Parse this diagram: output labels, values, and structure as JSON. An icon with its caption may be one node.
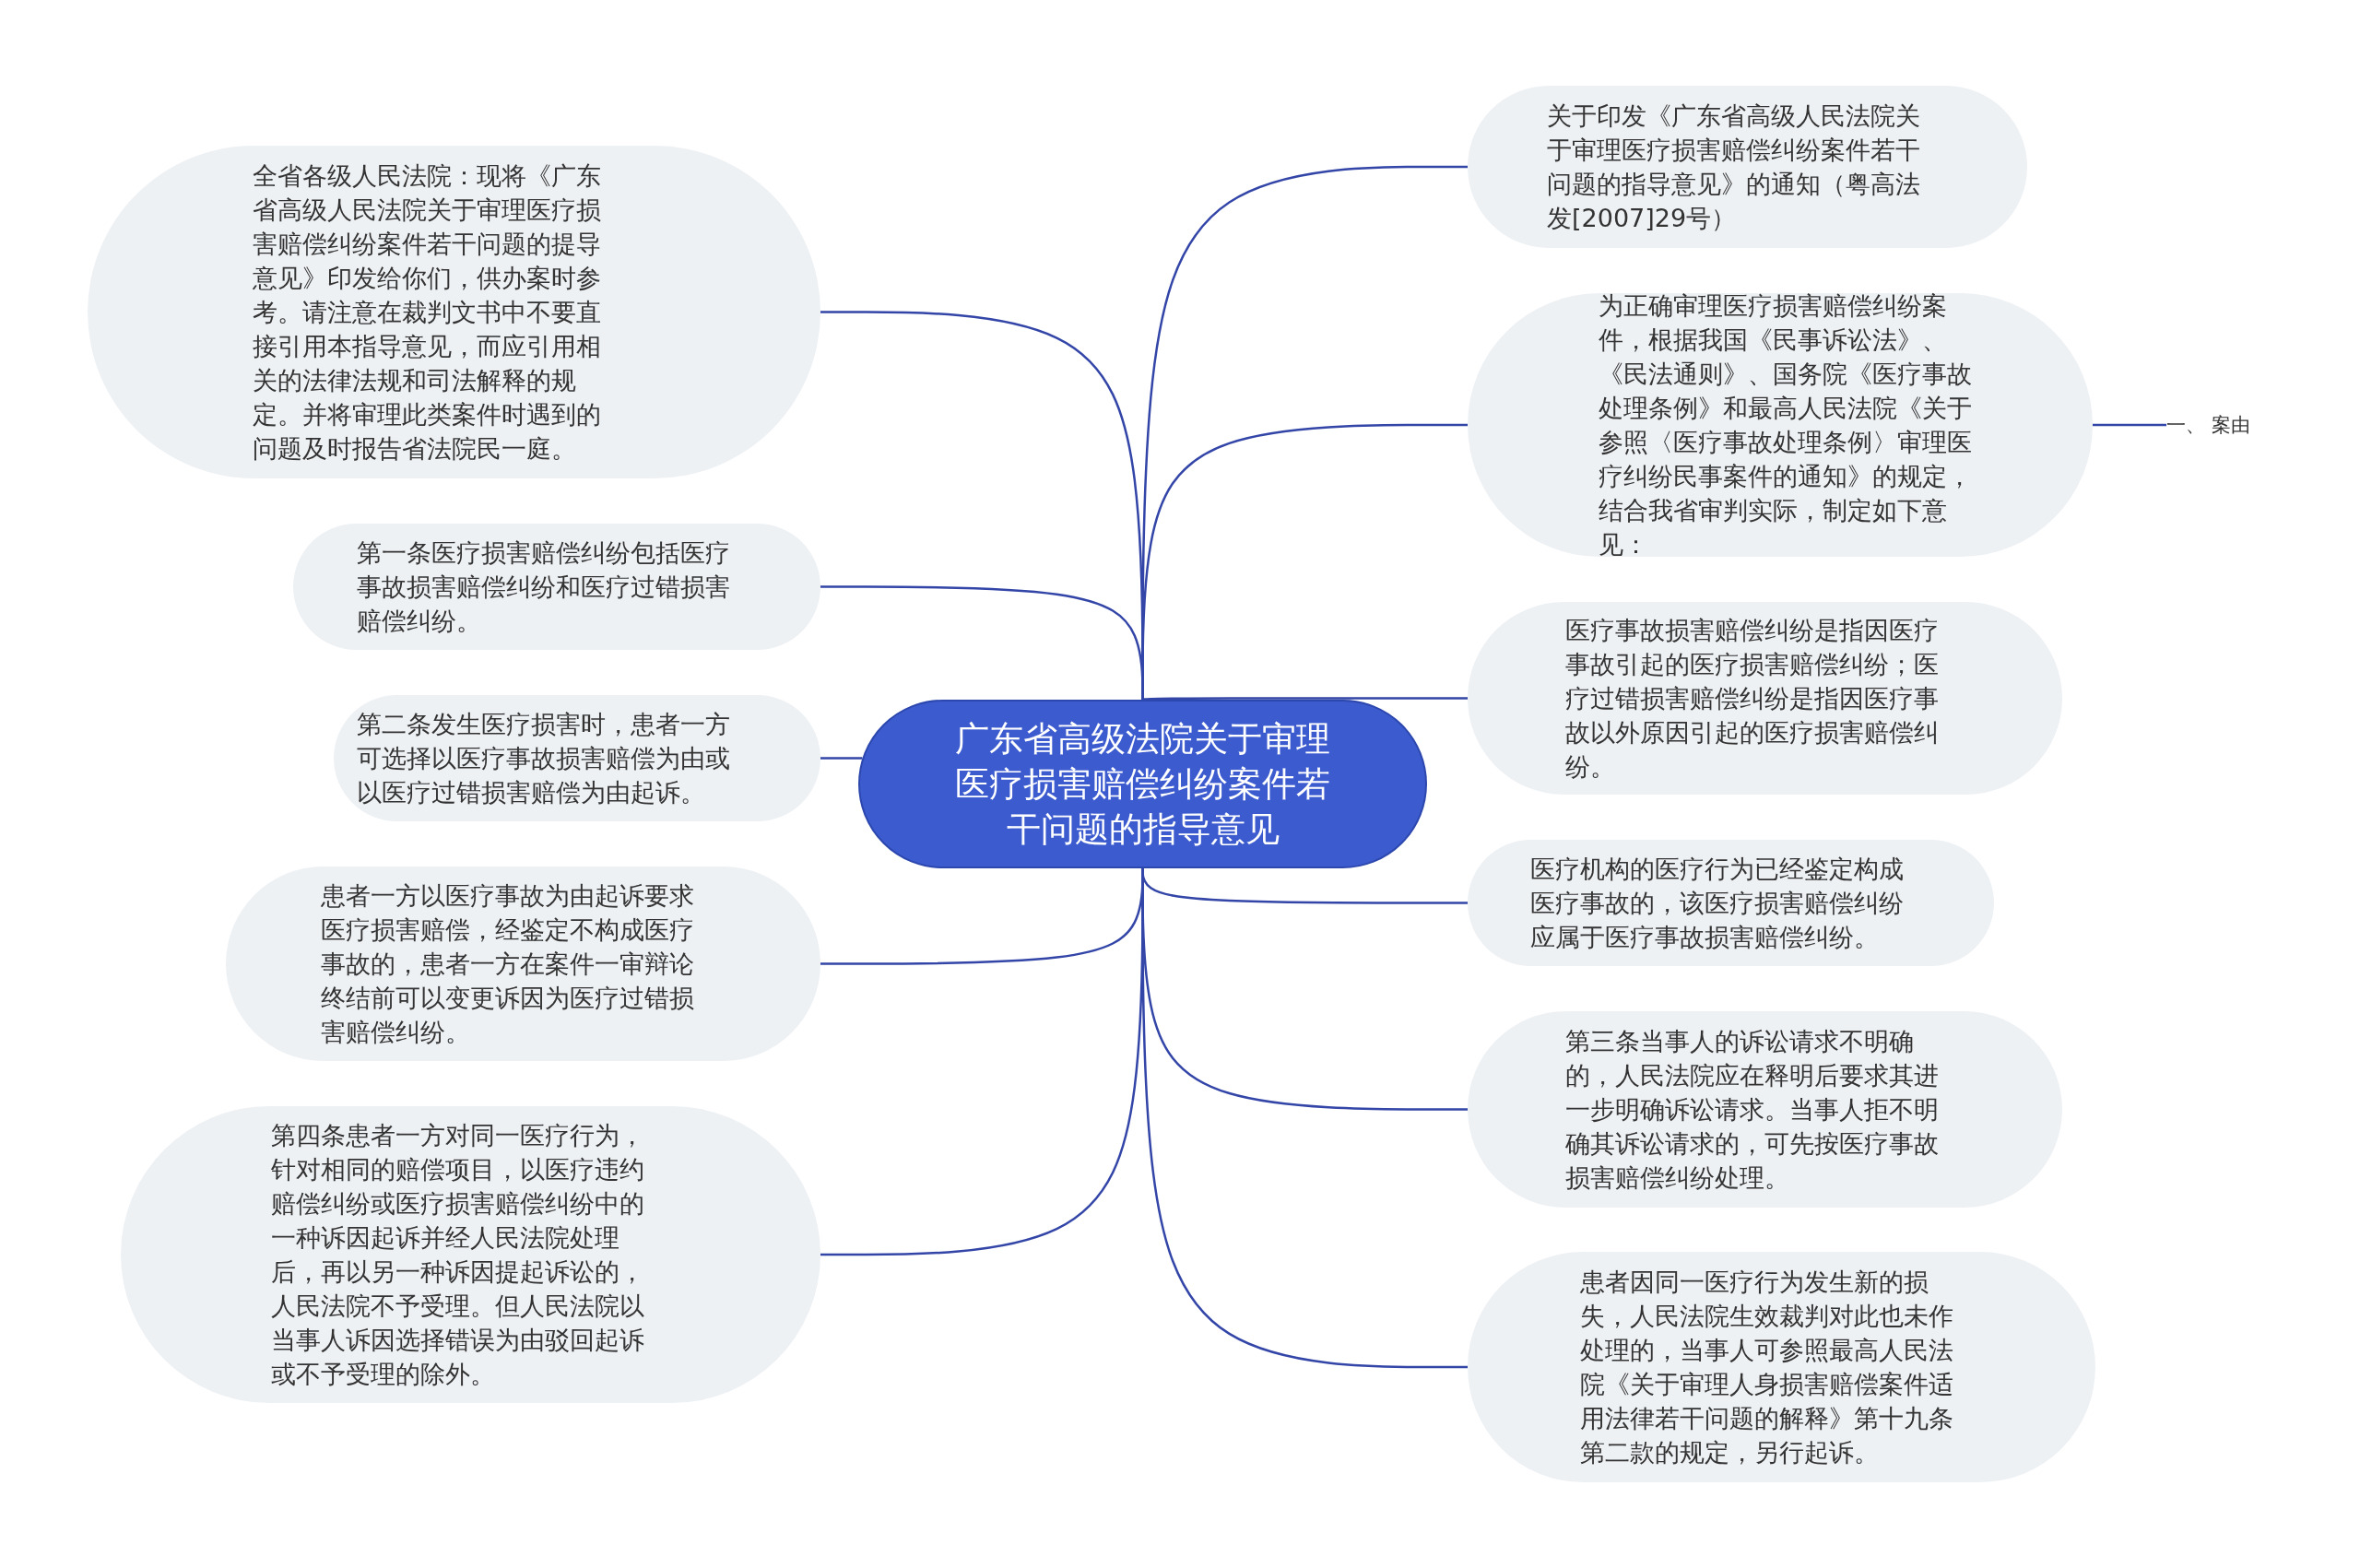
{
  "diagram": {
    "nodes": [
      {
        "text": [
          "广东省高级法院关于审理医疗损害赔偿纠纷案件若干问题的指导意见"
        ]
      },
      {
        "text": [
          "关于印发《广东省高级人民法院关于审理医疗损害赔偿纠纷案件若干问题的指导意见》的通知（粤高法发[2007]29号）"
        ]
      },
      {
        "text": [
          "为正确审理医疗损害赔偿纠纷案件，根据我国《民事诉讼法》、《民法通则》、国务院《医疗事故处理条例》和最高人民法院《关于参照〈医疗事故处理条例〉审理医疗纠纷民事案件的通知》的规定，结合我省审判实际，制定如下意见："
        ]
      },
      {
        "text": [
          "医疗事故损害赔偿纠纷是指因医疗事故引起的医疗损害赔偿纠纷；医疗过错损害赔偿纠纷是指因医疗事故以外原因引起的医疗损害赔偿纠纷。"
        ]
      },
      {
        "text": [
          "医疗机构的医疗行为已经鉴定构成医疗事故的，该医疗损害赔偿纠纷应属于医疗事故损害赔偿纠纷。"
        ]
      },
      {
        "text": [
          "第三条当事人的诉讼请求不明确的，人民法院应在释明后要求其进一步明确诉讼请求。当事人拒不明确其诉讼请求的，可先按医疗事故损害赔偿纠纷处理。"
        ]
      },
      {
        "text": [
          "患者因同一医疗行为发生新的损失，人民法院生效裁判对此也未作处理的，当事人可参照最高人民法院《关于审理人身损害赔偿案件适用法律若干问题的解释》第十九条第二款的规定，另行起诉。"
        ]
      },
      {
        "text": [
          "一、 案由"
        ]
      },
      {
        "text": [
          "全省各级人民法院：现将《广东省高级人民法院关于审理医疗损害赔偿纠纷案件若干问题的提导意见》印发给你们，供办案时参考。请注意在裁判文书中不要直接引用本指导意见，而应引用相关的法律法规和司法解释的规定。并将审理此类案件时遇到的问题及时报告省法院民一庭。"
        ]
      },
      {
        "text": [
          "第一条医疗损害赔偿纠纷包括医疗事故损害赔偿纠纷和医疗过错损害赔偿纠纷。"
        ]
      },
      {
        "text": [
          "第二条发生医疗损害时，患者一方可选择以医疗事故损害赔偿为由或以医疗过错损害赔偿为由起诉。"
        ]
      },
      {
        "text": [
          "患者一方以医疗事故为由起诉要求医疗损害赔偿，经鉴定不构成医疗事故的，患者一方在案件一审辩论终结前可以变更诉因为医疗过错损害赔偿纠纷。"
        ]
      },
      {
        "text": [
          "第四条患者一方对同一医疗行为，针对相同的赔偿项目，以医疗违约赔偿纠纷或医疗损害赔偿纠纷中的一种诉因起诉并经人民法院处理后，再以另一种诉因提起诉讼的，人民法院不予受理。但人民法院以当事人诉因选择错误为由驳回起诉或不予受理的除外。"
        ]
      }
    ],
    "edges": [
      {
        "from": 0,
        "to": 1,
        "arrow": "none"
      },
      {
        "from": 0,
        "to": 2,
        "arrow": "none"
      },
      {
        "from": 0,
        "to": 3,
        "arrow": "none"
      },
      {
        "from": 0,
        "to": 4,
        "arrow": "none"
      },
      {
        "from": 0,
        "to": 5,
        "arrow": "none"
      },
      {
        "from": 0,
        "to": 6,
        "arrow": "none"
      },
      {
        "from": 2,
        "to": 7,
        "arrow": "none"
      },
      {
        "from": 0,
        "to": 8,
        "arrow": "none"
      },
      {
        "from": 0,
        "to": 9,
        "arrow": "none"
      },
      {
        "from": 0,
        "to": 10,
        "arrow": "none"
      },
      {
        "from": 0,
        "to": 11,
        "arrow": "none"
      },
      {
        "from": 0,
        "to": 12,
        "arrow": "none"
      }
    ]
  }
}
